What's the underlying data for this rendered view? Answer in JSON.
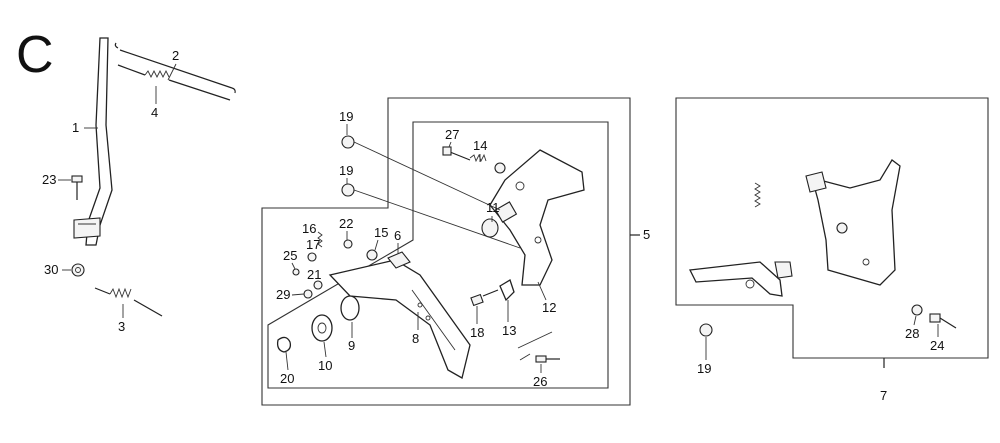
{
  "section_letter": "C",
  "callouts": [
    "1",
    "2",
    "3",
    "4",
    "5",
    "6",
    "7",
    "8",
    "9",
    "10",
    "11",
    "12",
    "13",
    "14",
    "15",
    "16",
    "17",
    "18",
    "19",
    "19",
    "19",
    "20",
    "21",
    "22",
    "23",
    "24",
    "25",
    "26",
    "27",
    "28",
    "29",
    "30"
  ]
}
